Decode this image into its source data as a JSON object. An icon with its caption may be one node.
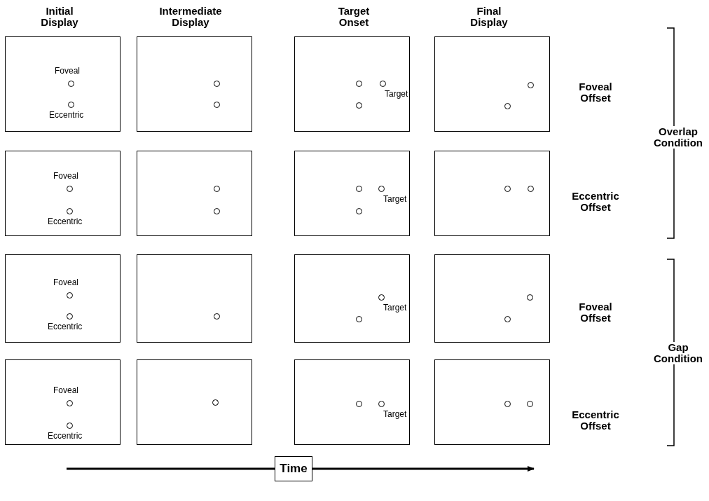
{
  "diagram": {
    "nodes": [
      {
        "text": [
          "Foveal",
          "Eccentric"
        ]
      },
      {
        "text": [],
        "shape": "box"
      },
      {
        "text": [
          "Target"
        ]
      },
      {
        "text": [],
        "shape": "box"
      },
      {
        "text": [
          "Foveal",
          "Eccentric"
        ]
      },
      {
        "text": [],
        "shape": "box"
      },
      {
        "text": [
          "Target"
        ]
      },
      {
        "text": [],
        "shape": "box"
      },
      {
        "text": [
          "Foveal",
          "Eccentric"
        ]
      },
      {
        "text": [],
        "shape": "box"
      },
      {
        "text": [
          "Target"
        ]
      },
      {
        "text": [],
        "shape": "box"
      },
      {
        "text": [
          "Foveal",
          "Eccentric"
        ]
      },
      {
        "text": [],
        "shape": "box"
      },
      {
        "text": [
          "Target"
        ]
      },
      {
        "text": [],
        "shape": "box"
      },
      {
        "text": [
          "Time"
        ]
      }
    ],
    "edges": [],
    "labels": [
      "Initial Display",
      "Intermediate Display",
      "Target Onset",
      "Final Display",
      "Foveal Offset",
      "Overlap Condition",
      "Eccentric Offset",
      "Foveal Offset",
      "Gap Condition",
      "Eccentric Offset"
    ]
  }
}
